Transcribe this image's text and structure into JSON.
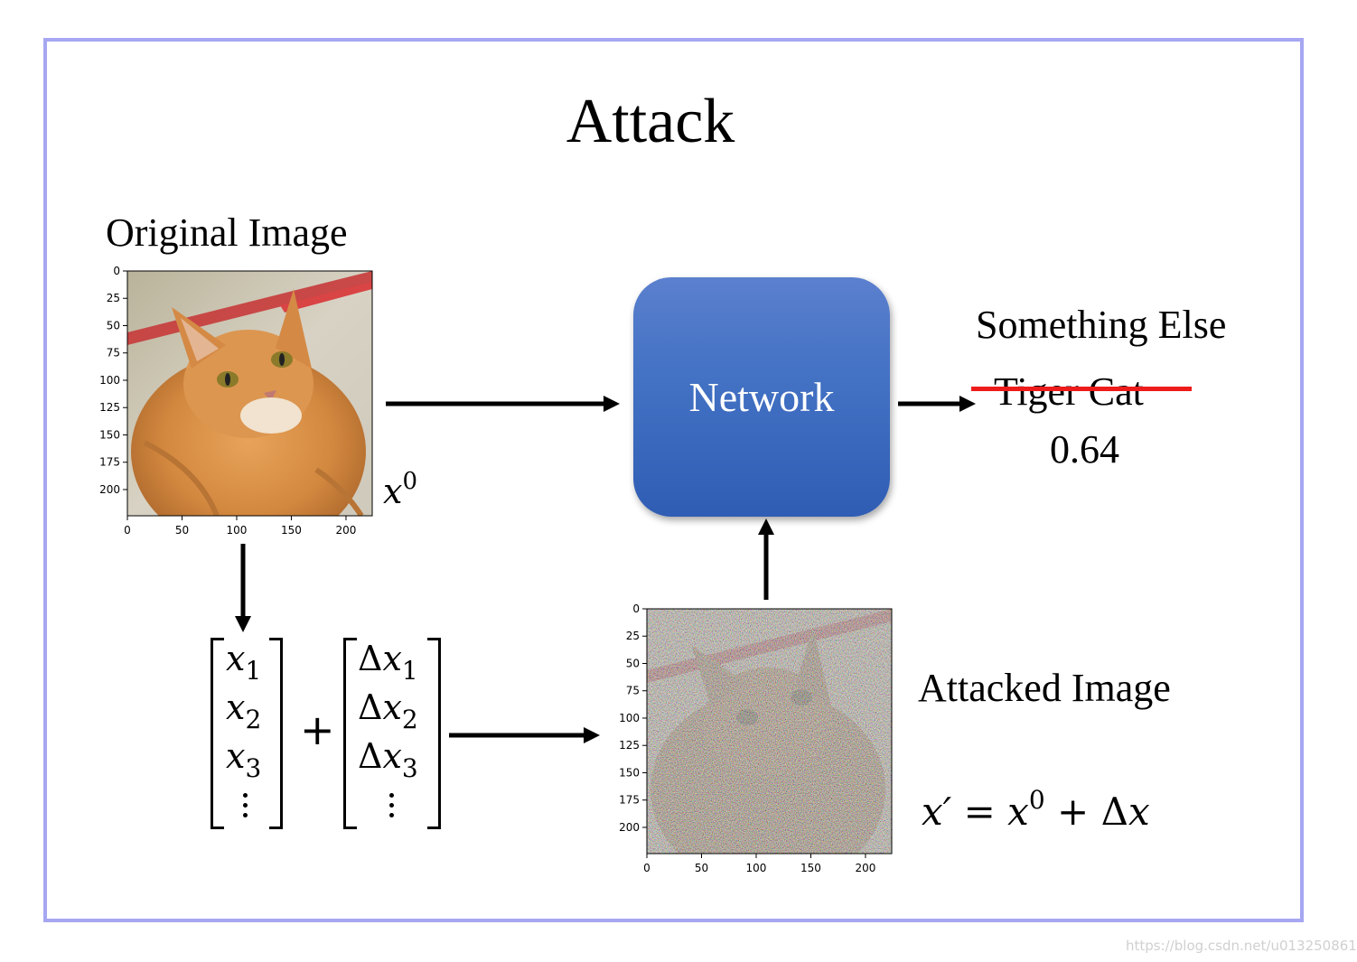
{
  "title": "Attack",
  "original_image": {
    "label": "Original Image",
    "variable": {
      "base": "x",
      "sup": "0"
    },
    "ticks": [
      "0",
      "25",
      "50",
      "75",
      "100",
      "125",
      "150",
      "175",
      "200"
    ],
    "xticks": [
      "0",
      "50",
      "100",
      "150",
      "200"
    ]
  },
  "network": {
    "label": "Network"
  },
  "prediction": {
    "new_class": "Something Else",
    "old_class": "Tiger Cat",
    "score": "0.64"
  },
  "vector_x": {
    "entries": [
      {
        "base": "x",
        "sub": "1"
      },
      {
        "base": "x",
        "sub": "2"
      },
      {
        "base": "x",
        "sub": "3"
      }
    ]
  },
  "plus": "+",
  "vector_dx": {
    "delta": "Δ",
    "entries": [
      {
        "base": "x",
        "sub": "1"
      },
      {
        "base": "x",
        "sub": "2"
      },
      {
        "base": "x",
        "sub": "3"
      }
    ]
  },
  "attacked_image": {
    "label": "Attacked Image",
    "formula": {
      "lhs": "x′",
      "eq": "=",
      "base": "x",
      "sup": "0",
      "plus": "+",
      "delta": "Δ",
      "var": "x"
    },
    "ticks": [
      "0",
      "25",
      "50",
      "75",
      "100",
      "125",
      "150",
      "175",
      "200"
    ],
    "xticks": [
      "0",
      "50",
      "100",
      "150",
      "200"
    ]
  },
  "watermark": "https://blog.csdn.net/u013250861"
}
